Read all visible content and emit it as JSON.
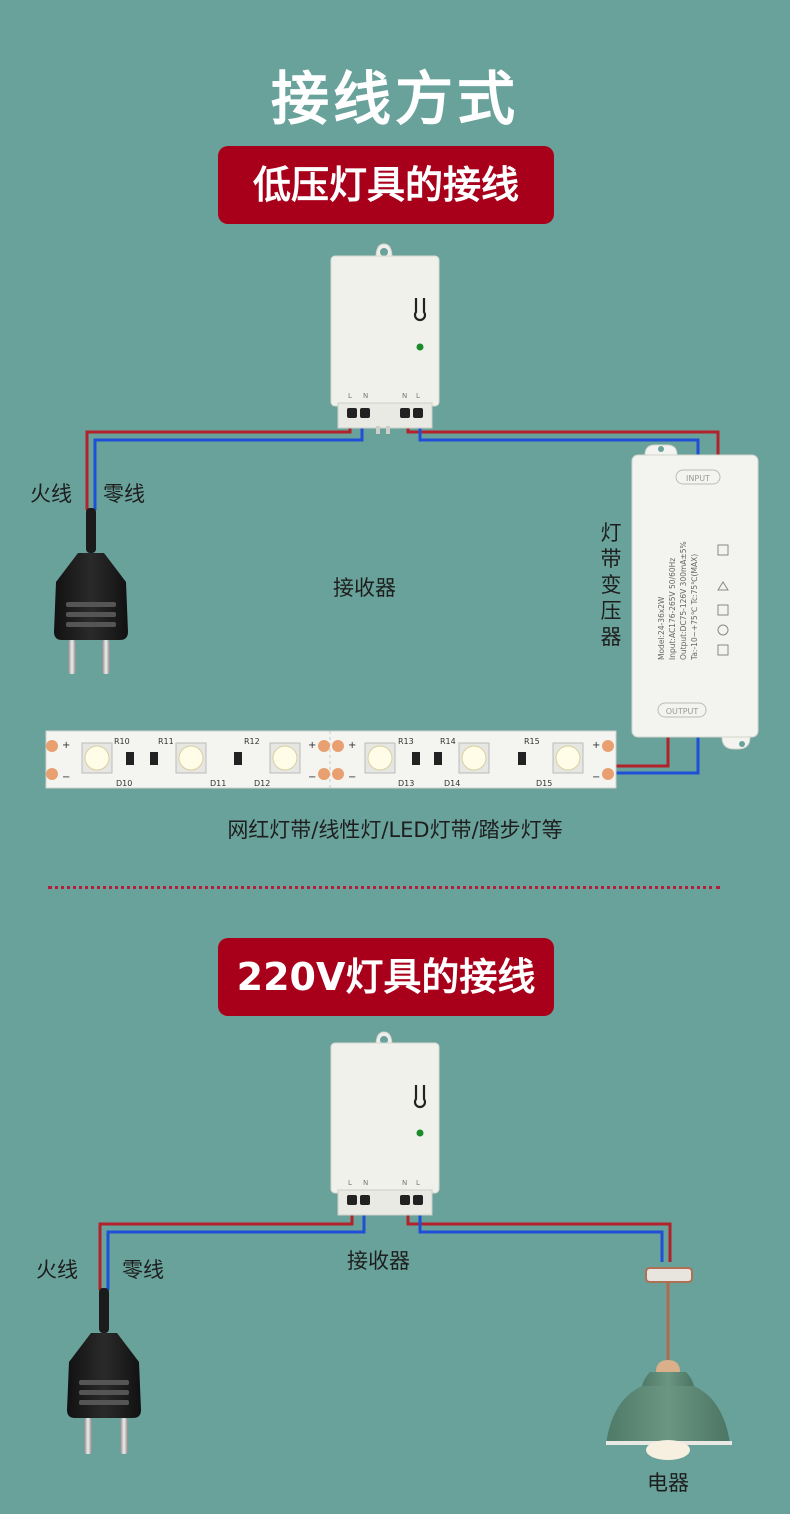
{
  "page": {
    "title": "接线方式"
  },
  "section1": {
    "banner": "低压灯具的接线",
    "receiver_label": "接收器",
    "live_label": "火线",
    "neutral_label": "零线",
    "transformer_label": "灯带变压器",
    "strip_caption": "网红灯带/线性灯/LED灯带/踏步灯等",
    "strip_codes": [
      "R10",
      "R11",
      "R12",
      "R13",
      "R14",
      "R15",
      "D10",
      "D11",
      "D12",
      "D13",
      "D14",
      "D15"
    ],
    "transformer_text": [
      "Model:24-36x2W",
      "Input:AC176-265V 50/60Hz",
      "Output:DC75-126V 300mA±5%",
      "Ta:-10~+75℃ Tc:75℃(MAX)"
    ],
    "transformer_tags": [
      "INPUT",
      "OUTPUT"
    ],
    "receiver_terminals": [
      "L",
      "N",
      "N",
      "L"
    ]
  },
  "section2": {
    "banner": "220V灯具的接线",
    "receiver_label": "接收器",
    "live_label": "火线",
    "neutral_label": "零线",
    "appliance_label": "电器",
    "receiver_terminals": [
      "L",
      "N",
      "N",
      "L"
    ]
  },
  "colors": {
    "background": "#69a29b",
    "banner": "#a8001a",
    "live_wire": "#b3212a",
    "neutral_wire": "#1f4fd6"
  }
}
